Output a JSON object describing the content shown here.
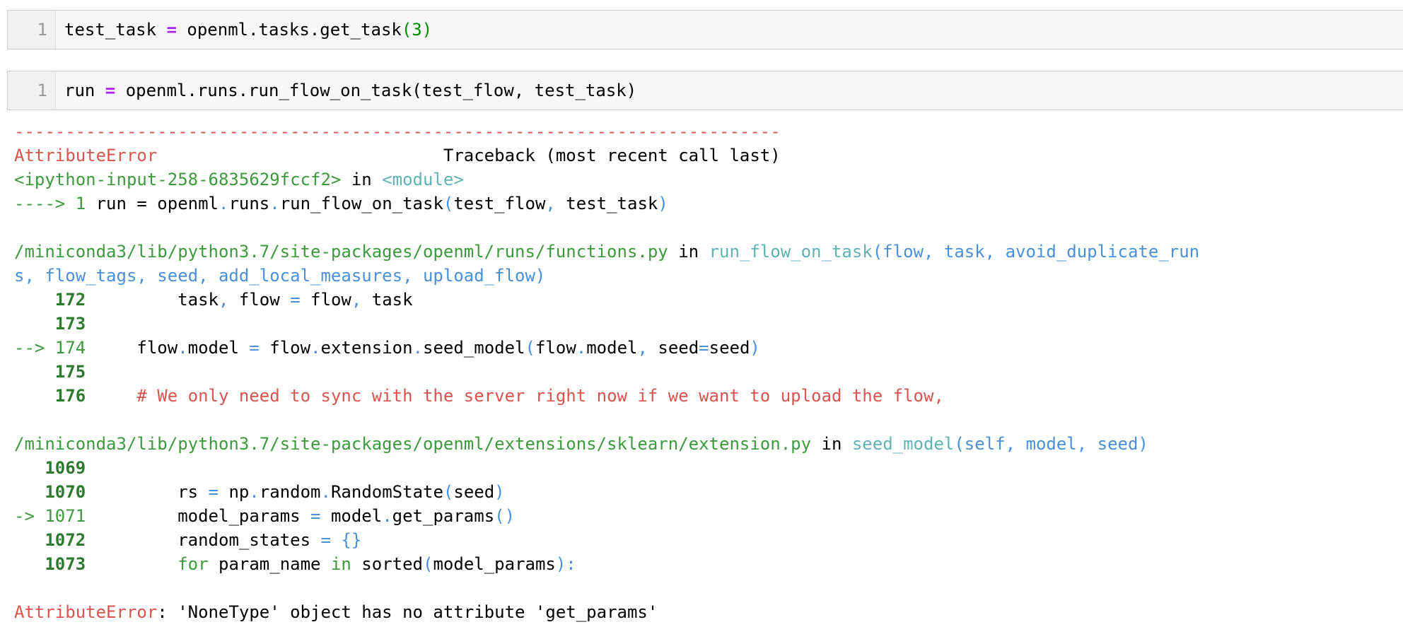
{
  "cells": [
    {
      "prompt_number": "1",
      "tokens": [
        {
          "t": "test_task ",
          "c": ""
        },
        {
          "t": "=",
          "c": "op"
        },
        {
          "t": " openml.tasks.get_task",
          "c": ""
        },
        {
          "t": "(",
          "c": "num"
        },
        {
          "t": "3",
          "c": "num"
        },
        {
          "t": ")",
          "c": "num"
        }
      ]
    },
    {
      "prompt_number": "1",
      "tokens": [
        {
          "t": "run ",
          "c": ""
        },
        {
          "t": "=",
          "c": "op"
        },
        {
          "t": " openml.runs.run_flow_on_task(test_flow, test_task)",
          "c": ""
        }
      ]
    }
  ],
  "traceback": [
    [
      {
        "t": "---------------------------------------------------------------------------",
        "c": "red"
      }
    ],
    [
      {
        "t": "AttributeError",
        "c": "red"
      },
      {
        "t": "                            Traceback (most recent call last)",
        "c": ""
      }
    ],
    [
      {
        "t": "<ipython-input-258-6835629fccf2>",
        "c": "green"
      },
      {
        "t": " in ",
        "c": ""
      },
      {
        "t": "<module>",
        "c": "cyan"
      }
    ],
    [
      {
        "t": "----> 1",
        "c": "green"
      },
      {
        "t": " run = openml",
        "c": ""
      },
      {
        "t": ".",
        "c": "blue"
      },
      {
        "t": "runs",
        "c": ""
      },
      {
        "t": ".",
        "c": "blue"
      },
      {
        "t": "run_flow_on_task",
        "c": ""
      },
      {
        "t": "(",
        "c": "blue"
      },
      {
        "t": "test_flow",
        "c": ""
      },
      {
        "t": ",",
        "c": "blue"
      },
      {
        "t": " test_task",
        "c": ""
      },
      {
        "t": ")",
        "c": "blue"
      }
    ],
    [
      {
        "t": "",
        "c": ""
      }
    ],
    [
      {
        "t": "/miniconda3/lib/python3.7/site-packages/openml/runs/functions.py",
        "c": "green"
      },
      {
        "t": " in ",
        "c": ""
      },
      {
        "t": "run_flow_on_task",
        "c": "cyan"
      },
      {
        "t": "(flow, task, avoid_duplicate_run",
        "c": "blue"
      }
    ],
    [
      {
        "t": "s, flow_tags, seed, add_local_measures, upload_flow)",
        "c": "blue"
      }
    ],
    [
      {
        "t": "    172",
        "c": "dgreen"
      },
      {
        "t": "         task",
        "c": ""
      },
      {
        "t": ",",
        "c": "blue"
      },
      {
        "t": " flow ",
        "c": ""
      },
      {
        "t": "=",
        "c": "blue"
      },
      {
        "t": " flow",
        "c": ""
      },
      {
        "t": ",",
        "c": "blue"
      },
      {
        "t": " task",
        "c": ""
      }
    ],
    [
      {
        "t": "    173",
        "c": "dgreen"
      }
    ],
    [
      {
        "t": "--> 174",
        "c": "green"
      },
      {
        "t": "     flow",
        "c": ""
      },
      {
        "t": ".",
        "c": "blue"
      },
      {
        "t": "model ",
        "c": ""
      },
      {
        "t": "=",
        "c": "blue"
      },
      {
        "t": " flow",
        "c": ""
      },
      {
        "t": ".",
        "c": "blue"
      },
      {
        "t": "extension",
        "c": ""
      },
      {
        "t": ".",
        "c": "blue"
      },
      {
        "t": "seed_model",
        "c": ""
      },
      {
        "t": "(",
        "c": "blue"
      },
      {
        "t": "flow",
        "c": ""
      },
      {
        "t": ".",
        "c": "blue"
      },
      {
        "t": "model",
        "c": ""
      },
      {
        "t": ",",
        "c": "blue"
      },
      {
        "t": " seed",
        "c": ""
      },
      {
        "t": "=",
        "c": "blue"
      },
      {
        "t": "seed",
        "c": ""
      },
      {
        "t": ")",
        "c": "blue"
      }
    ],
    [
      {
        "t": "    175",
        "c": "dgreen"
      }
    ],
    [
      {
        "t": "    176",
        "c": "dgreen"
      },
      {
        "t": "     # We only need to sync with the server right now if we want to upload the flow,",
        "c": "red"
      }
    ],
    [
      {
        "t": "",
        "c": ""
      }
    ],
    [
      {
        "t": "/miniconda3/lib/python3.7/site-packages/openml/extensions/sklearn/extension.py",
        "c": "green"
      },
      {
        "t": " in ",
        "c": ""
      },
      {
        "t": "seed_model",
        "c": "cyan"
      },
      {
        "t": "(self, model, seed)",
        "c": "blue"
      }
    ],
    [
      {
        "t": "   1069",
        "c": "dgreen"
      }
    ],
    [
      {
        "t": "   1070",
        "c": "dgreen"
      },
      {
        "t": "         rs ",
        "c": ""
      },
      {
        "t": "=",
        "c": "blue"
      },
      {
        "t": " np",
        "c": ""
      },
      {
        "t": ".",
        "c": "blue"
      },
      {
        "t": "random",
        "c": ""
      },
      {
        "t": ".",
        "c": "blue"
      },
      {
        "t": "RandomState",
        "c": ""
      },
      {
        "t": "(",
        "c": "blue"
      },
      {
        "t": "seed",
        "c": ""
      },
      {
        "t": ")",
        "c": "blue"
      }
    ],
    [
      {
        "t": "-> 1071",
        "c": "green"
      },
      {
        "t": "         model_params ",
        "c": ""
      },
      {
        "t": "=",
        "c": "blue"
      },
      {
        "t": " model",
        "c": ""
      },
      {
        "t": ".",
        "c": "blue"
      },
      {
        "t": "get_params",
        "c": ""
      },
      {
        "t": "()",
        "c": "blue"
      }
    ],
    [
      {
        "t": "   1072",
        "c": "dgreen"
      },
      {
        "t": "         random_states ",
        "c": ""
      },
      {
        "t": "=",
        "c": "blue"
      },
      {
        "t": " ",
        "c": ""
      },
      {
        "t": "{}",
        "c": "blue"
      }
    ],
    [
      {
        "t": "   1073",
        "c": "dgreen"
      },
      {
        "t": "         ",
        "c": ""
      },
      {
        "t": "for",
        "c": "green"
      },
      {
        "t": " param_name ",
        "c": ""
      },
      {
        "t": "in",
        "c": "green"
      },
      {
        "t": " sorted",
        "c": ""
      },
      {
        "t": "(",
        "c": "blue"
      },
      {
        "t": "model_params",
        "c": ""
      },
      {
        "t": "):",
        "c": "blue"
      }
    ],
    [
      {
        "t": "",
        "c": ""
      }
    ],
    [
      {
        "t": "AttributeError",
        "c": "red"
      },
      {
        "t": ": 'NoneType' object has no attribute 'get_params'",
        "c": ""
      }
    ]
  ]
}
